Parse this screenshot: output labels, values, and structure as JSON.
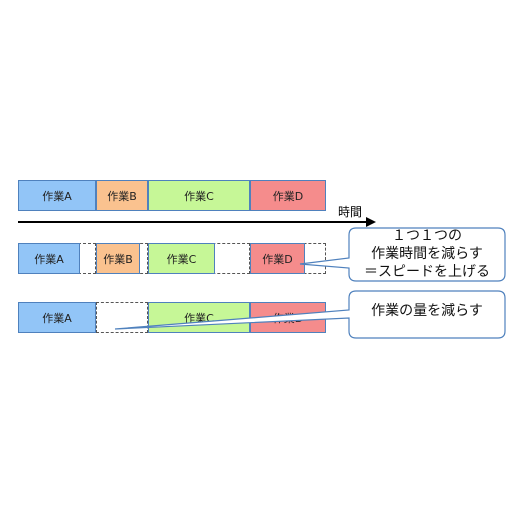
{
  "timeline": {
    "time_label": "時間"
  },
  "row1": {
    "a": "作業A",
    "b": "作業B",
    "c": "作業C",
    "d": "作業D"
  },
  "row2": {
    "a": "作業A",
    "b": "作業B",
    "c": "作業C",
    "d": "作業D"
  },
  "row3": {
    "a": "作業A",
    "c": "作業C",
    "d": "作業D"
  },
  "callout_speed": {
    "line1": "１つ１つの",
    "line2": "作業時間を減らす",
    "line3": "＝スピードを上げる"
  },
  "callout_amount": {
    "text": "作業の量を減らす"
  },
  "colors": {
    "task_a": "#92c5f7",
    "task_b": "#fac28f",
    "task_c": "#c6f797",
    "task_d": "#f58c8c",
    "border": "#4f81bd"
  }
}
